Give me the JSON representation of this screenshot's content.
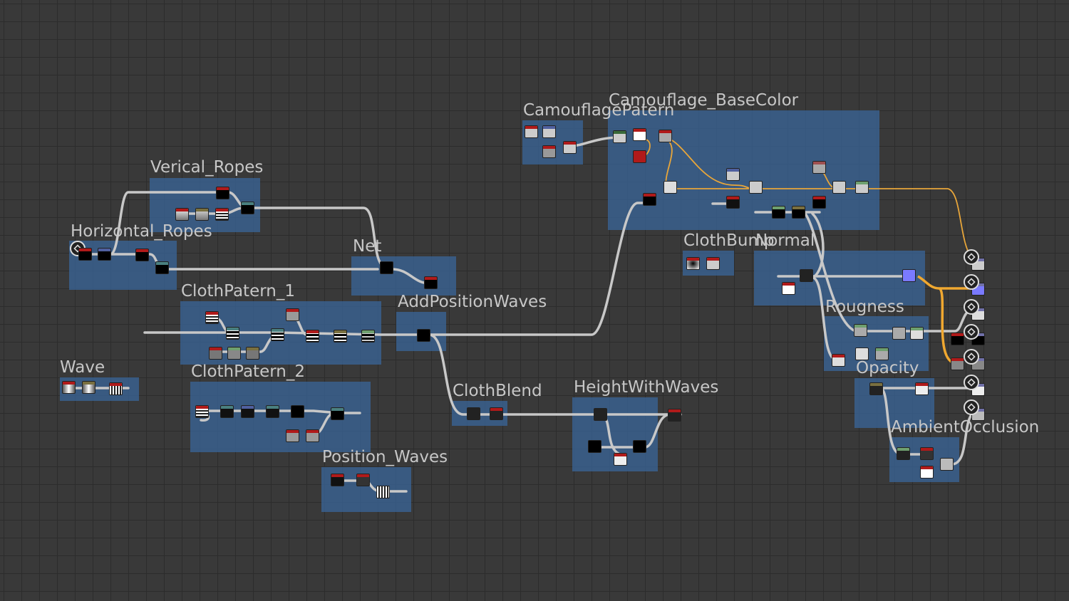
{
  "frames": {
    "vertical_ropes": "Verical_Ropes",
    "horizontal_ropes": "Horizontal_Ropes",
    "net": "Net",
    "cloth_patern_1": "ClothPatern_1",
    "add_position_waves": "AddPositionWaves",
    "wave": "Wave",
    "cloth_patern_2": "ClothPatern_2",
    "position_waves": "Position_Waves",
    "cloth_blend": "ClothBlend",
    "height_with_waves": "HeightWithWaves",
    "camouflage_patern": "CamouflagePatern",
    "camouflage_basecolor": "Camouflage_BaseColor",
    "cloth_bump": "ClothBump",
    "normal": "Normal",
    "rougness": "Rougness",
    "opacity": "Opacity",
    "ambient_occlusion": "AmbientOcclusion"
  },
  "colors": {
    "background": "#393939",
    "frame": "#3a6496",
    "wire": "#c8c8c8",
    "wire_color": "#e8a63a",
    "header_red": "#b01a1a",
    "header_green": "#6fa06f",
    "header_olive": "#7a7040",
    "header_blue": "#7070a8",
    "header_teal": "#4a8080"
  },
  "outputs": [
    "output-basecolor",
    "output-normal",
    "output-roughness",
    "output-metallic",
    "output-height",
    "output-opacity",
    "output-ambientocclusion"
  ]
}
